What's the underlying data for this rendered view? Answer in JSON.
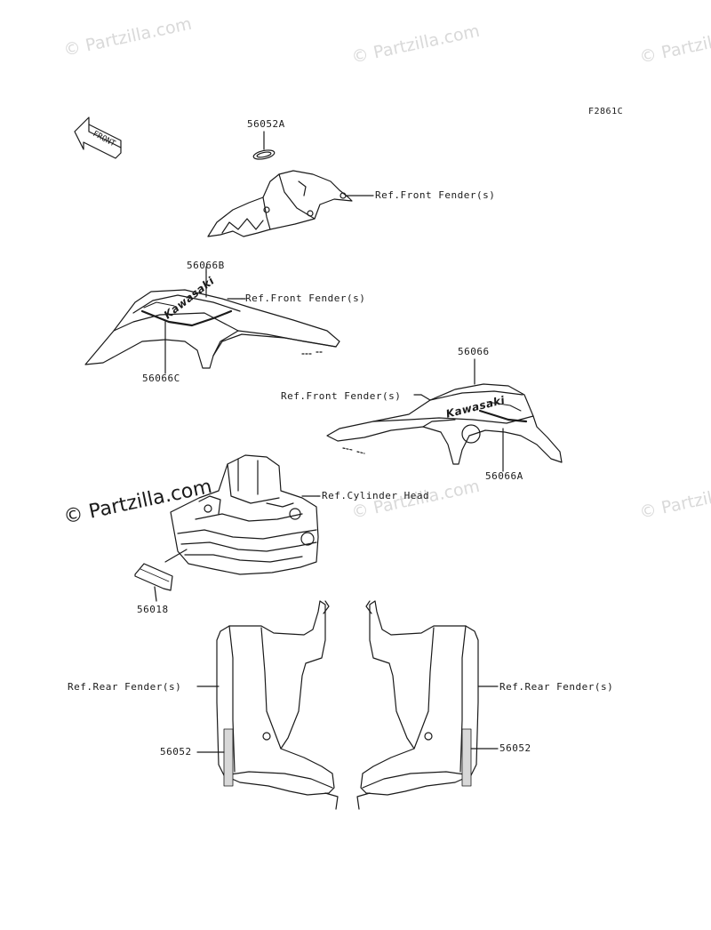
{
  "diagram": {
    "figure_code": "F2861C",
    "front_arrow_text": "FRONT",
    "watermarks": [
      "© Partzilla.com",
      "© Partzilla.com",
      "© Partzilla.com",
      "© Partzilla.com",
      "© Partzilla.com",
      "© Partzilla.com"
    ],
    "callouts": {
      "p56052A": "56052A",
      "ref_front_fender_1": "Ref.Front Fender(s)",
      "p56066B": "56066B",
      "ref_front_fender_2": "Ref.Front Fender(s)",
      "p56066C": "56066C",
      "p56066": "56066",
      "ref_front_fender_3": "Ref.Front Fender(s)",
      "p56066A": "56066A",
      "ref_cylinder_head": "Ref.Cylinder Head",
      "p56018": "56018",
      "ref_rear_fender_left": "Ref.Rear Fender(s)",
      "ref_rear_fender_right": "Ref.Rear Fender(s)",
      "p56052_left": "56052",
      "p56052_right": "56052"
    },
    "decal_texts": {
      "kawasaki_left": "Kawasaki",
      "kawasaki_right": "Kawasaki"
    },
    "colors": {
      "line": "#1a1a1a",
      "watermark": "#d9d9d9"
    }
  }
}
